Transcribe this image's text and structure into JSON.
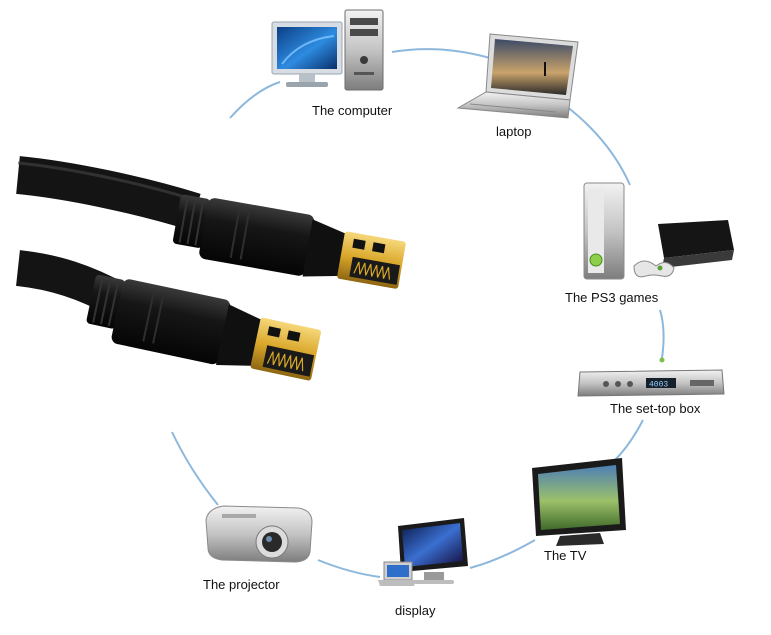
{
  "colors": {
    "ring": "#8db8dc",
    "cable": "#121212",
    "gold": "#d9a72a",
    "screen_blue": "#1f6fc0"
  },
  "devices": [
    {
      "id": "computer",
      "label": "The computer",
      "icon": "desktop-computer-icon"
    },
    {
      "id": "laptop",
      "label": "laptop",
      "icon": "laptop-icon"
    },
    {
      "id": "ps3",
      "label": "The PS3 games",
      "icon": "game-console-icon"
    },
    {
      "id": "settop",
      "label": "The set-top box",
      "icon": "set-top-box-icon"
    },
    {
      "id": "tv",
      "label": "The TV",
      "icon": "tv-icon"
    },
    {
      "id": "display",
      "label": "display",
      "icon": "monitor-icon"
    },
    {
      "id": "projector",
      "label": "The projector",
      "icon": "projector-icon"
    }
  ],
  "box_display_text": "4003",
  "center_image": "hdmi-cable-connectors"
}
